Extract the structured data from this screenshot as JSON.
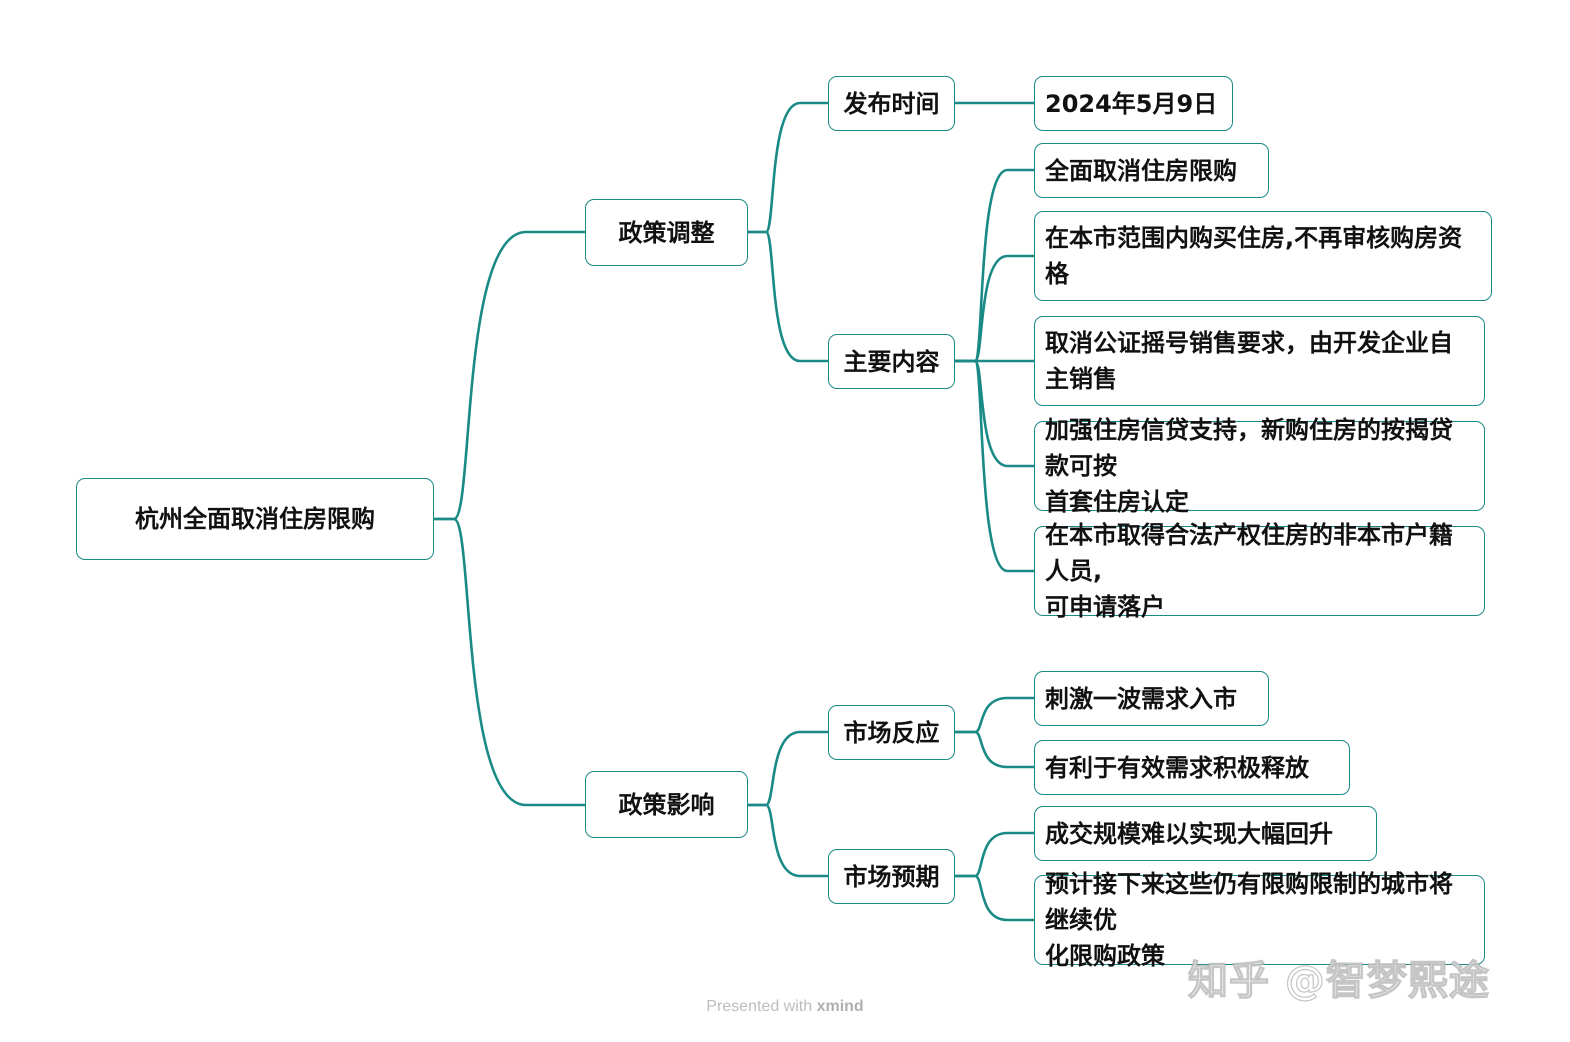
{
  "colors": {
    "line": "#1a8a86",
    "border": "#1a8a86",
    "text": "#111111",
    "background": "#ffffff"
  },
  "root": {
    "label": "杭州全面取消住房限购"
  },
  "branches": [
    {
      "label": "政策调整",
      "children": [
        {
          "label": "发布时间",
          "children": [
            {
              "label": "2024年5月9日"
            }
          ]
        },
        {
          "label": "主要内容",
          "children": [
            {
              "label": "全面取消住房限购"
            },
            {
              "label": "在本市范围内购买住房,不再审核购房资格"
            },
            {
              "label": "取消公证摇号销售要求，由开发企业自主销售"
            },
            {
              "label": "加强住房信贷支持，新购住房的按揭贷款可按首套住房认定"
            },
            {
              "label": "在本市取得合法产权住房的非本市户籍人员,可申请落户"
            }
          ]
        }
      ]
    },
    {
      "label": "政策影响",
      "children": [
        {
          "label": "市场反应",
          "children": [
            {
              "label": "刺激一波需求入市"
            },
            {
              "label": "有利于有效需求积极释放"
            }
          ]
        },
        {
          "label": "市场预期",
          "children": [
            {
              "label": "成交规模难以实现大幅回升"
            },
            {
              "label": "预计接下来这些仍有限购限制的城市将继续优化限购政策"
            }
          ]
        }
      ]
    }
  ],
  "watermark": "知乎 @智梦熙途",
  "footer": {
    "prefix": "Presented with",
    "brand": "xmind"
  }
}
